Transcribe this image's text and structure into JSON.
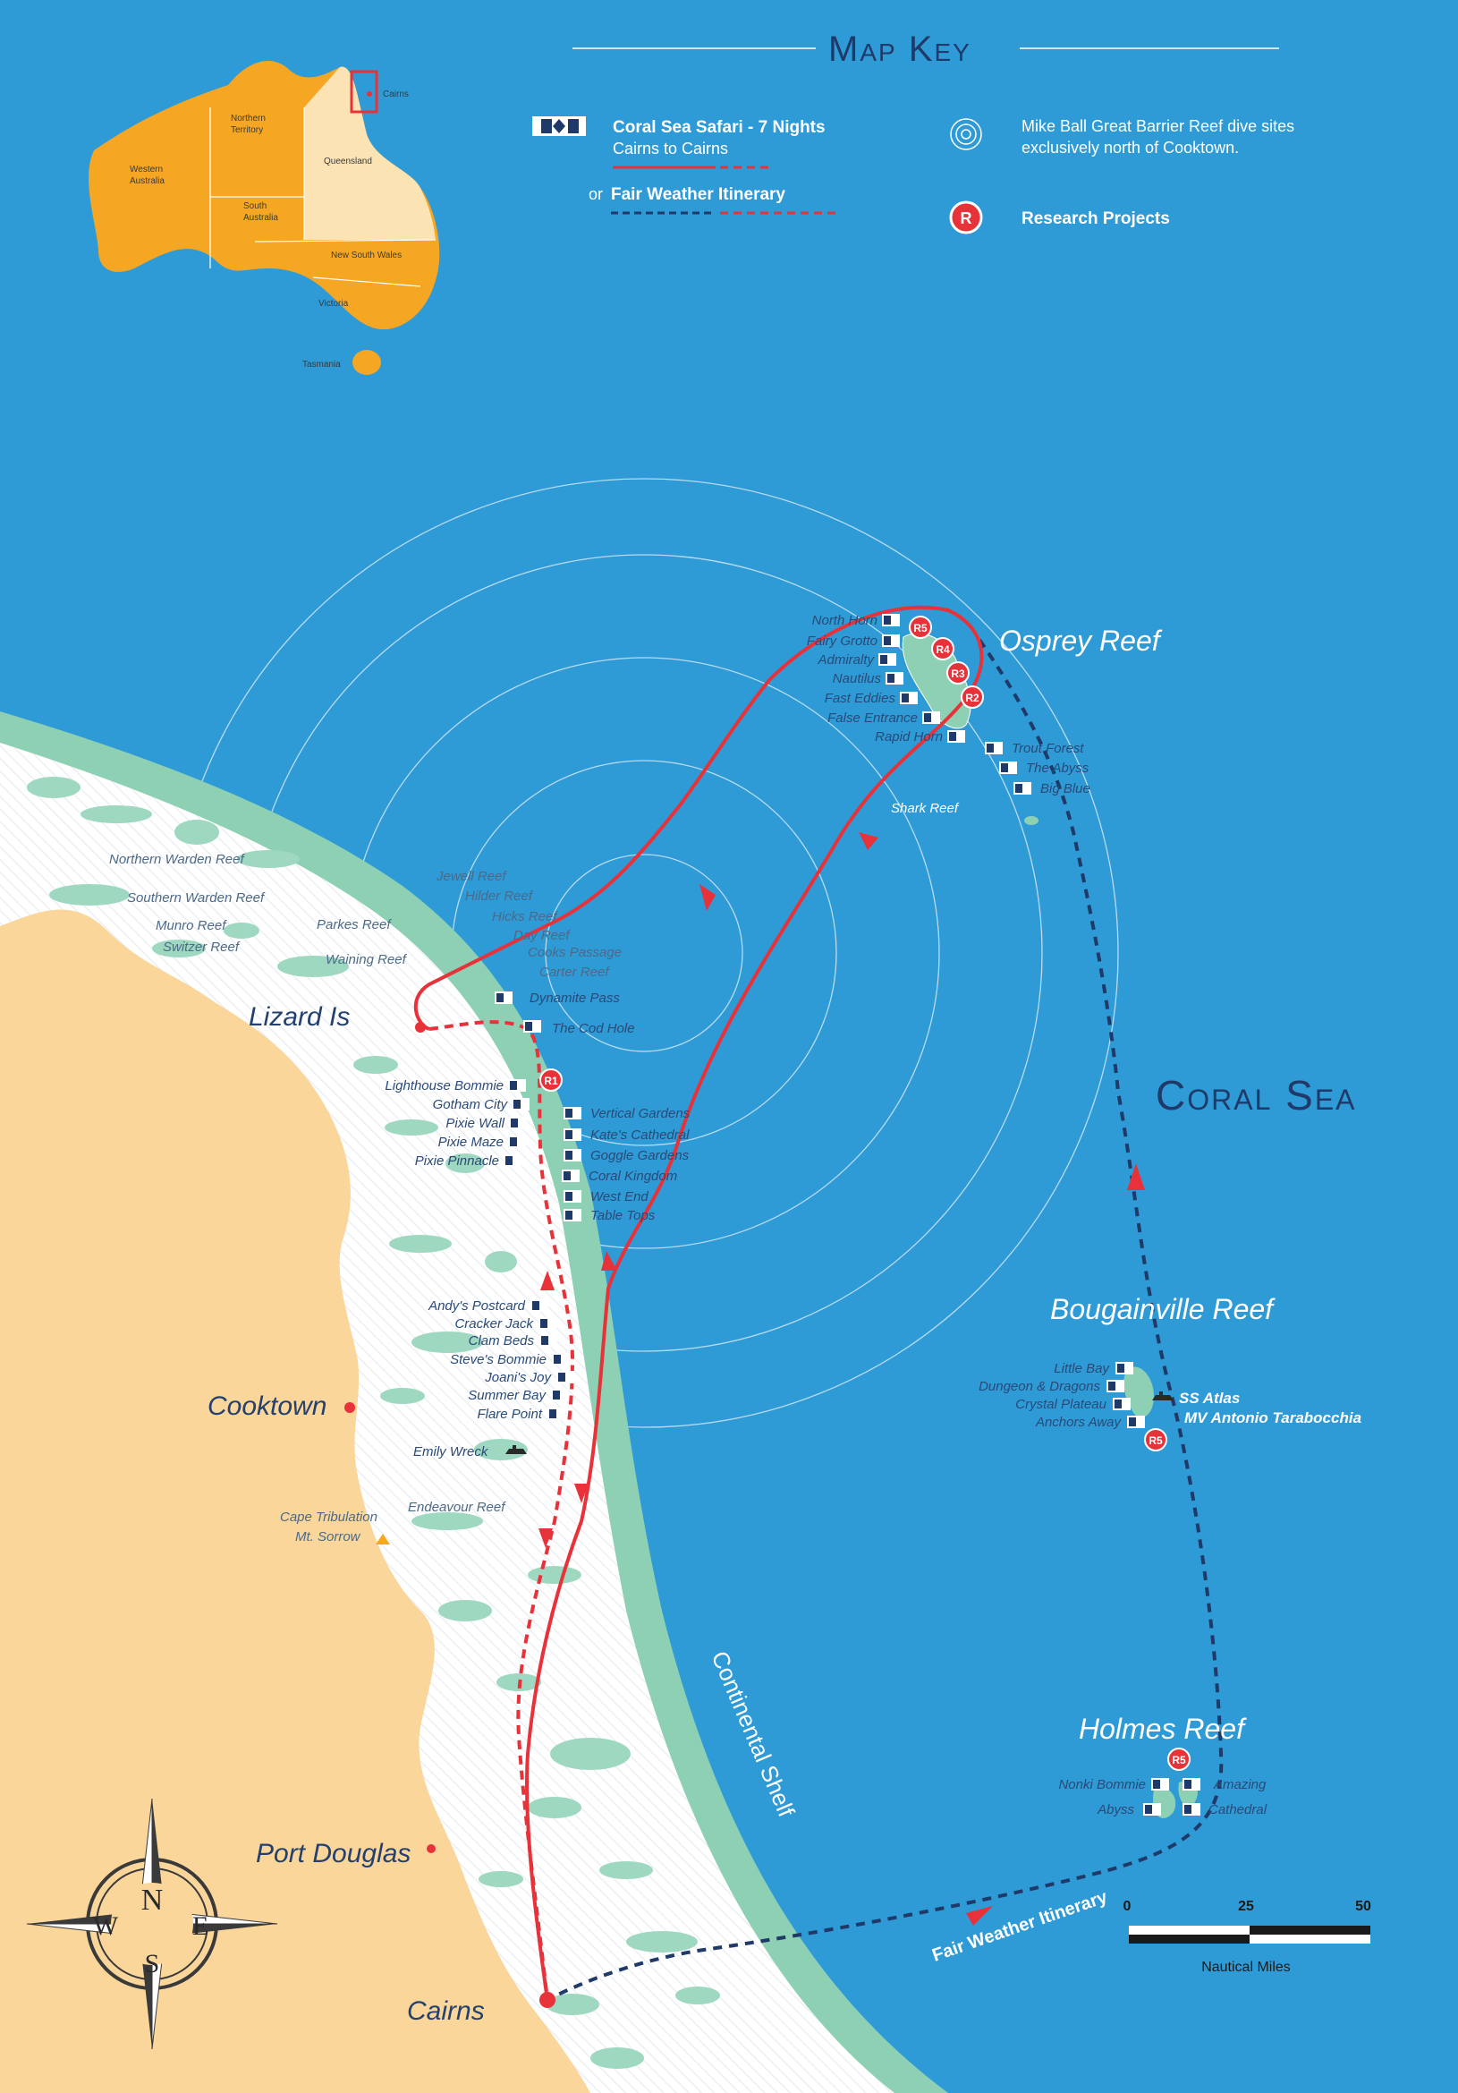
{
  "key": {
    "title": "Map Key",
    "itinerary_title": "Coral Sea Safari - 7 Nights",
    "itinerary_route": "Cairns to Cairns",
    "fair_weather_prefix": "or",
    "fair_weather_label": "Fair Weather Itinerary",
    "dive_sites_label_line1": "Mike Ball Great Barrier Reef dive sites",
    "dive_sites_label_line2": "exclusively north of Cooktown.",
    "research_label": "Research Projects",
    "research_icon_letter": "R"
  },
  "inset": {
    "regions": [
      "Northern Territory",
      "Western Australia",
      "South Australia",
      "Queensland",
      "New South Wales",
      "Victoria",
      "Tasmania"
    ],
    "northern_territory_line1": "Northern",
    "northern_territory_line2": "Territory",
    "western_australia_line1": "Western",
    "western_australia_line2": "Australia",
    "south_australia_line1": "South",
    "south_australia_line2": "Australia",
    "city": "Cairns"
  },
  "labels": {
    "coral_sea": "Coral Sea",
    "continental_shelf": "Continental Shelf",
    "osprey_reef": "Osprey Reef",
    "shark_reef": "Shark Reef",
    "bougainville_reef": "Bougainville Reef",
    "holmes_reef": "Holmes Reef",
    "lizard_is": "Lizard Is",
    "cooktown": "Cooktown",
    "port_douglas": "Port Douglas",
    "cairns": "Cairns",
    "cape_tribulation": "Cape Tribulation",
    "mt_sorrow": "Mt. Sorrow",
    "fair_weather_route": "Fair Weather Itinerary"
  },
  "reefs_gbr": [
    "Northern Warden Reef",
    "Southern Warden Reef",
    "Munro Reef",
    "Switzer Reef",
    "Parkes Reef",
    "Waining Reef",
    "Jewell Reef",
    "Hilder Reef",
    "Hicks Reef",
    "Day Reef",
    "Cooks Passage",
    "Carter Reef",
    "Endeavour Reef"
  ],
  "dive_sites": {
    "osprey": [
      "North Horn",
      "Fairy Grotto",
      "Admiralty",
      "Nautilus",
      "Fast Eddies",
      "False Entrance",
      "Rapid Horn",
      "Trout Forest",
      "The Abyss",
      "Big Blue"
    ],
    "cod_hole": [
      "Dynamite Pass",
      "The Cod Hole"
    ],
    "ribbon_west": [
      "Lighthouse Bommie",
      "Gotham City",
      "Pixie Wall",
      "Pixie Maze",
      "Pixie Pinnacle"
    ],
    "ribbon_east": [
      "Vertical Gardens",
      "Kate's Cathedral",
      "Goggle Gardens",
      "Coral Kingdom",
      "West End",
      "Table Tops"
    ],
    "ribbon_south": [
      "Andy's Postcard",
      "Cracker Jack",
      "Clam Beds",
      "Steve's Bommie",
      "Joani's Joy",
      "Summer Bay",
      "Flare Point"
    ],
    "wreck_emily": "Emily Wreck",
    "bougainville": [
      "Little Bay",
      "Dungeon & Dragons",
      "Crystal Plateau",
      "Anchors Away"
    ],
    "bougainville_wrecks": [
      "SS Atlas",
      "MV Antonio Tarabocchia"
    ],
    "holmes_west": [
      "Nonki Bommie",
      "Abyss"
    ],
    "holmes_east": [
      "Amazing",
      "Cathedral"
    ]
  },
  "research_markers": [
    "R5",
    "R4",
    "R3",
    "R2",
    "R1",
    "R5",
    "R5"
  ],
  "compass": {
    "n": "N",
    "e": "E",
    "s": "S",
    "w": "W"
  },
  "scale_bar": {
    "ticks": [
      "0",
      "25",
      "50"
    ],
    "unit": "Nautical Miles"
  },
  "colors": {
    "ocean": "#2e9ad6",
    "land": "#fad69a",
    "shelf": "#8ed0b4",
    "reef": "#9fd8c0",
    "route_red": "#e8323a",
    "route_navy": "#1f3a68",
    "australia_mainland": "#f5a623",
    "queensland": "#fbe3b4"
  }
}
